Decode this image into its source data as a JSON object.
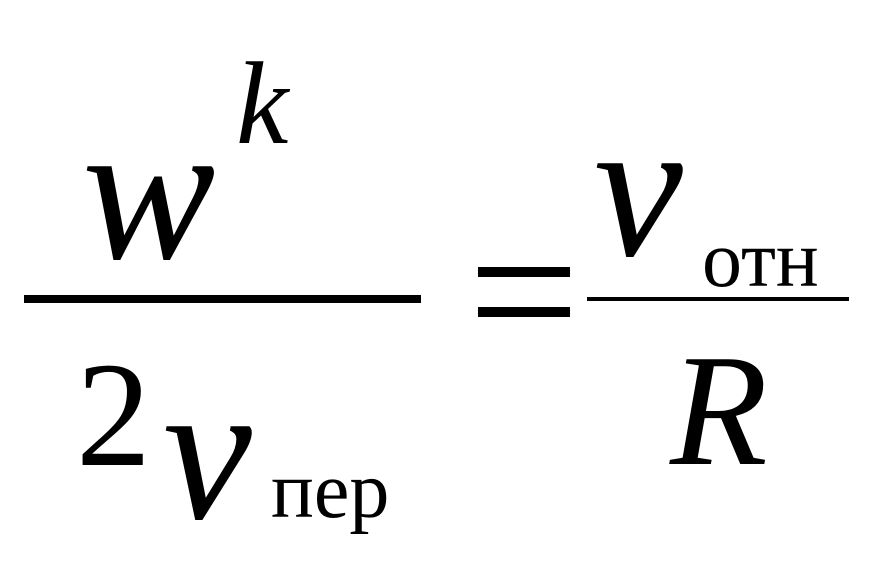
{
  "formula": {
    "left_numerator": {
      "base": "w",
      "superscript": "k"
    },
    "left_denominator": {
      "coefficient": "2",
      "variable": "v",
      "subscript": "пер"
    },
    "relation": "=",
    "right_numerator": {
      "variable": "v",
      "subscript": "отн"
    },
    "right_denominator": {
      "variable": "R"
    }
  }
}
